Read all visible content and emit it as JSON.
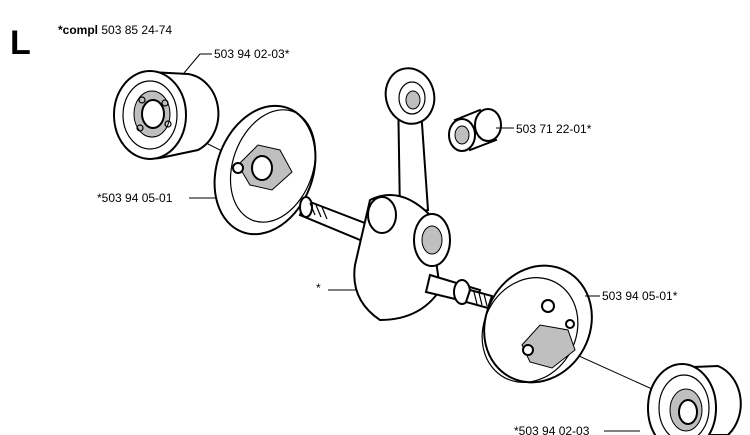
{
  "section_letter": "L",
  "assembly": {
    "prefix": "*compl",
    "number": "503 85 24-74"
  },
  "labels": {
    "bearing_top": "503 94 02-03*",
    "needle_bearing": "503 71 22-01*",
    "flywheel_left": "*503 94 05-01",
    "crankshaft": "*",
    "flywheel_right": "503 94 05-01*",
    "bearing_bottom": "*503 94 02-03"
  }
}
